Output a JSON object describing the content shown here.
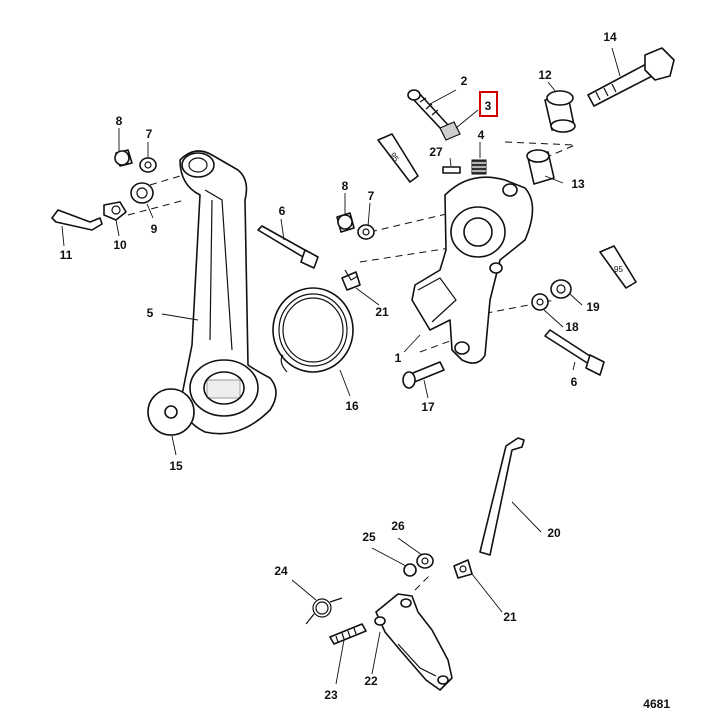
{
  "diagram": {
    "figure_number": "4681",
    "highlight_color": "#d00000",
    "highlighted_callout": "3",
    "callouts": [
      "1",
      "2",
      "3",
      "4",
      "5",
      "6",
      "6",
      "7",
      "7",
      "8",
      "8",
      "9",
      "10",
      "11",
      "12",
      "13",
      "14",
      "15",
      "16",
      "17",
      "18",
      "19",
      "20",
      "21",
      "21",
      "22",
      "23",
      "24",
      "25",
      "26",
      "27"
    ],
    "tube_labels": [
      "95",
      "95"
    ]
  }
}
